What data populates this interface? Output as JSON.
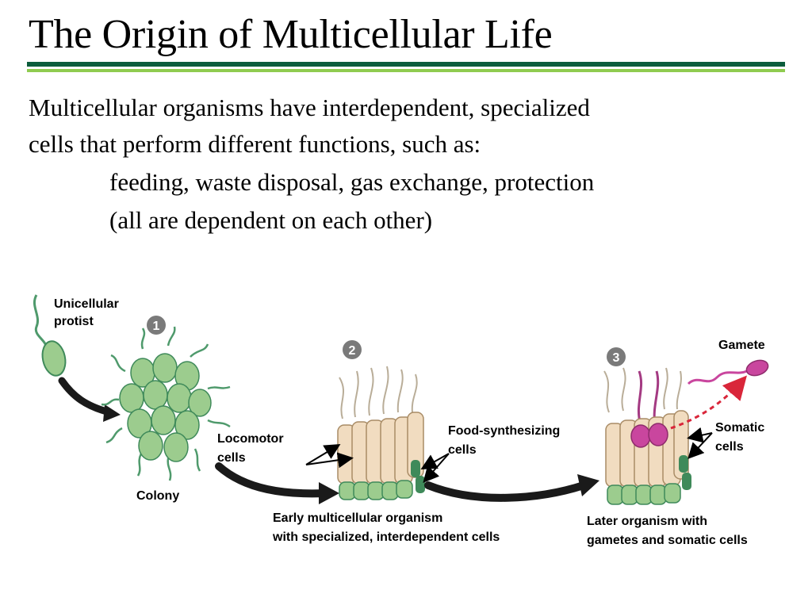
{
  "slide": {
    "title": "The Origin of Multicellular Life",
    "accent_dark": "#0b5c3c",
    "accent_light": "#8fcb50",
    "body": {
      "line1": "Multicellular organisms have interdependent, specialized",
      "line2": "cells that perform different functions, such as:",
      "line3": "feeding, waste disposal, gas exchange, protection",
      "line4": "(all are dependent on each other)"
    }
  },
  "figure": {
    "labels": {
      "unicellular_1": "Unicellular",
      "unicellular_2": "protist",
      "colony": "Colony",
      "locomotor_1": "Locomotor",
      "locomotor_2": "cells",
      "food_1": "Food-synthesizing",
      "food_2": "cells",
      "early_1": "Early multicellular organism",
      "early_2": "with specialized, interdependent cells",
      "gamete": "Gamete",
      "somatic_1": "Somatic",
      "somatic_2": "cells",
      "later_1": "Later organism with",
      "later_2": "gametes and somatic cells"
    },
    "steps": [
      "1",
      "2",
      "3"
    ],
    "colors": {
      "cell_green": "#9ccc8e",
      "cell_dark_green": "#3f8a5a",
      "tan_cell": "#f1dcc0",
      "gamete_magenta": "#c9469e",
      "arrow_dark": "#1a1a1a",
      "dotted_red": "#d9263a"
    }
  }
}
